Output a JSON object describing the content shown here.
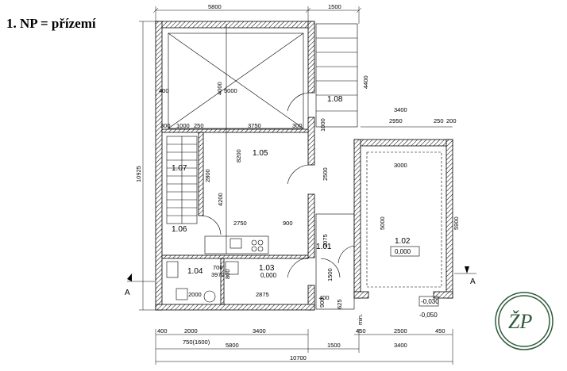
{
  "heading": "1. NP = přízemí",
  "logo_text": "ŽP",
  "rooms": [
    {
      "id": "1.05"
    },
    {
      "id": "1.07"
    },
    {
      "id": "1.06"
    },
    {
      "id": "1.04"
    },
    {
      "id": "1.03",
      "level": "0,000"
    },
    {
      "id": "1.01"
    },
    {
      "id": "1.08"
    },
    {
      "id": "1.02",
      "level": "0,000"
    }
  ],
  "section_marks": {
    "left": "A",
    "right": "A"
  },
  "levels": {
    "garage_front": "-0,030",
    "garage_ext": "-0,050"
  },
  "dimensions": {
    "top_5800": "5800",
    "top_1500": "1500",
    "d_5000": "5000",
    "d_4000": "4000",
    "d_400a": "400",
    "d_1000": "1000",
    "d_300a": "300",
    "d_250": "250",
    "d_3750": "3750",
    "d_300b": "300",
    "d_8200": "8200",
    "d_10925": "10925",
    "d_2800": "2800",
    "d_4200": "4200",
    "d_2750": "2750",
    "d_900a": "900",
    "d_2075": "2075",
    "d_2500": "2500",
    "d_4400": "4400",
    "d_3400a": "3400",
    "d_2950": "2950",
    "d_250b": "250",
    "d_200": "200",
    "d_3000": "3000",
    "d_5000b": "5000",
    "d_5900": "5900",
    "d_2000a": "2000",
    "d_2875": "2875",
    "d_700": "700",
    "d_3970": "3970",
    "d_800": "800",
    "d_1500b": "1500",
    "d_2000b": "2000",
    "d_3400b": "3400",
    "d_750_1600": "750(1600)",
    "bottom_5800": "5800",
    "bottom_1500": "1500",
    "d_450a": "450",
    "d_2500b": "2500",
    "d_450b": "450",
    "d_3400c": "3400",
    "d_10700": "10700",
    "d_400b": "400",
    "d_900b": "900",
    "d_625": "625",
    "d_400c": "400",
    "d_1000b": "1000",
    "d_min": "min."
  }
}
